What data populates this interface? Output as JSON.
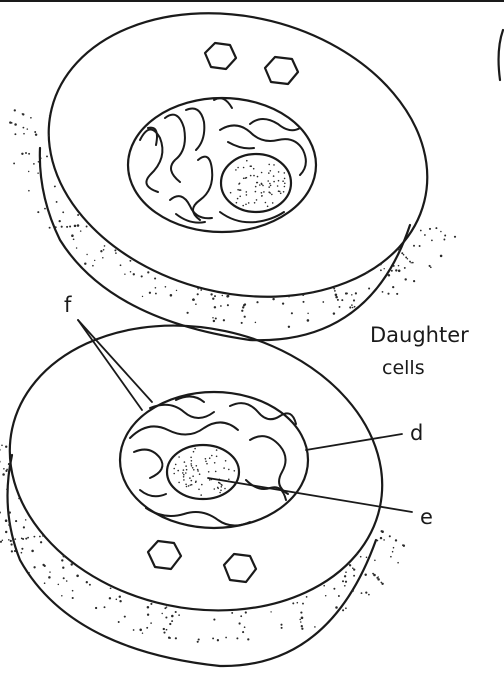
{
  "labels": {
    "f": "f",
    "d": "d",
    "e": "e",
    "daughter": "Daughter",
    "cells": "cells"
  },
  "colors": {
    "ink": "#1a1a1a",
    "background": "#ffffff"
  }
}
